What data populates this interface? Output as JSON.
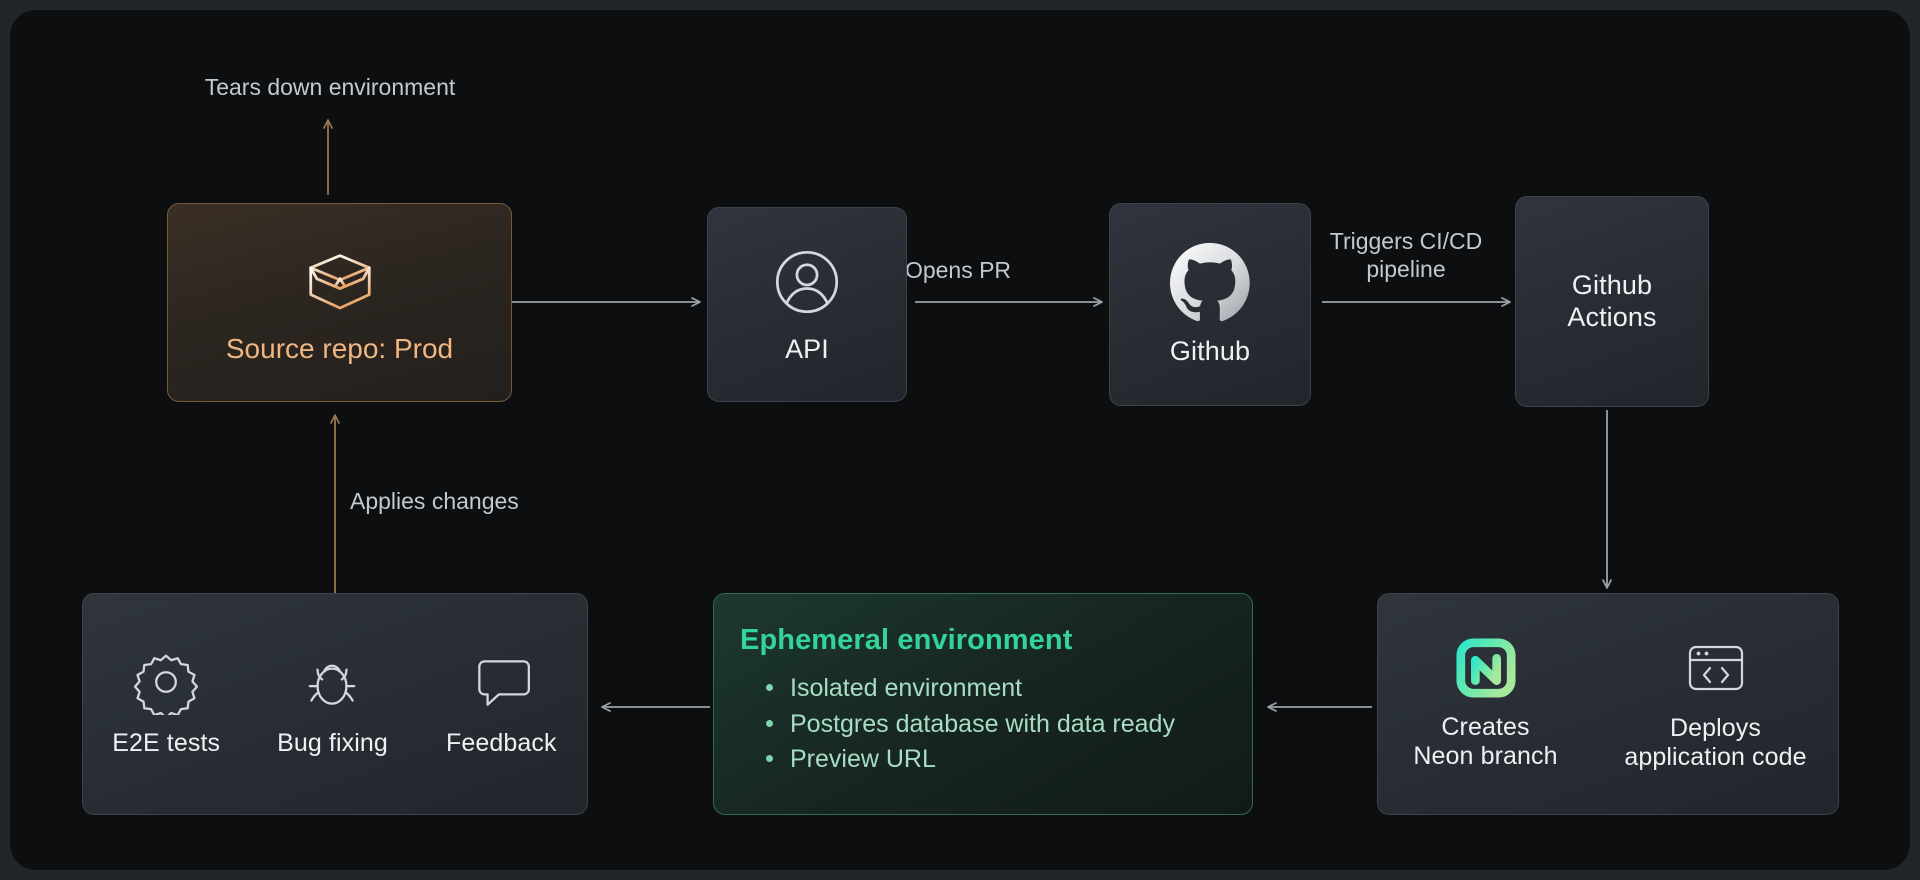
{
  "canvas": {
    "background": "#0c0e10",
    "outer_background": "#22262b"
  },
  "colors": {
    "amber_text": "#f0b581",
    "amber_border": "#79583a",
    "amber_arrow": "#9c7651",
    "green_title": "#34d399",
    "green_bullet_text": "#a6ddc4",
    "green_border": "#2f6b52",
    "gray_arrow": "#9aa2ab",
    "card_border": "#3b424b",
    "label_text": "#c3c9d0",
    "node_text": "#eef1f4",
    "neon_gradient_start": "#2ee6c8",
    "neon_gradient_end": "#a6e89c"
  },
  "nodes": {
    "source_repo": {
      "label": "Source repo: Prod",
      "icon": "open-box-icon"
    },
    "api": {
      "label": "API",
      "icon": "user-avatar-icon"
    },
    "github": {
      "label": "Github",
      "icon": "github-octocat-icon"
    },
    "github_actions": {
      "label_line1": "Github",
      "label_line2": "Actions"
    },
    "actions_outputs": {
      "items": [
        {
          "label_line1": "Creates",
          "label_line2": "Neon branch",
          "icon": "neon-logo-icon"
        },
        {
          "label_line1": "Deploys",
          "label_line2": "application code",
          "icon": "browser-code-icon"
        }
      ]
    },
    "ephemeral": {
      "title": "Ephemeral environment",
      "bullets": [
        "Isolated environment",
        "Postgres database with data ready",
        "Preview URL"
      ]
    },
    "dev_loop": {
      "items": [
        {
          "label": "E2E tests",
          "icon": "gear-icon"
        },
        {
          "label": "Bug fixing",
          "icon": "bug-icon"
        },
        {
          "label": "Feedback",
          "icon": "speech-bubble-icon"
        }
      ]
    }
  },
  "edges": {
    "tears_down": "Tears down environment",
    "repo_to_api": "",
    "opens_pr": "Opens PR",
    "triggers_cicd": "Triggers CI/CD\npipeline",
    "applies_changes": "Applies changes"
  }
}
